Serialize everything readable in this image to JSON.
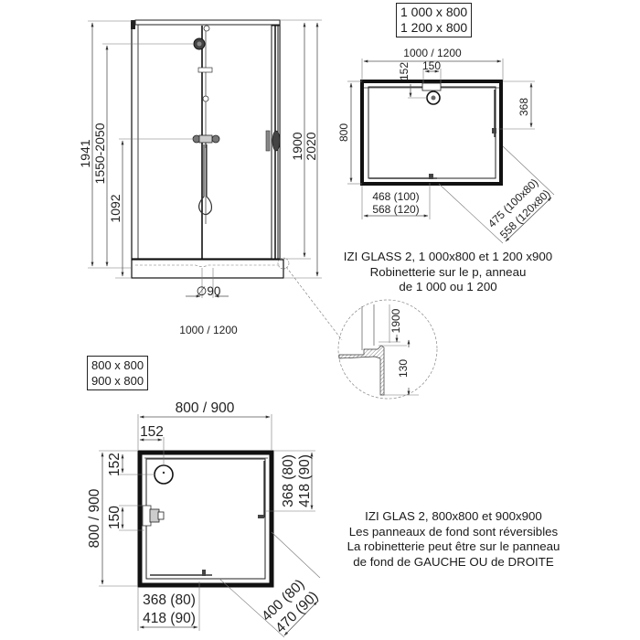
{
  "elevation": {
    "dimensions": {
      "total_height": "1941",
      "shower_head_height": "1550-2050",
      "mixer_height": "1092",
      "door_height": "1900",
      "overall_height": "2020",
      "drain_diameter": "∅90",
      "width": "1000 / 1200"
    }
  },
  "detail": {
    "dimensions": {
      "height": "1900",
      "tray_height": "130"
    }
  },
  "plan_rect": {
    "size_box": [
      "1 000 x 800",
      "1 200 x 800"
    ],
    "dimensions": {
      "width": "1000 / 1200",
      "depth": "800",
      "mixer_offset": "152",
      "mixer_spacing": "150",
      "door_offset_right": "368",
      "entry_width": [
        "468 (100)",
        "568 (120)"
      ],
      "diagonal": [
        "475 (100x80)",
        "558 (120x80)"
      ]
    },
    "caption": [
      "IZI GLASS 2, 1 000x800 et 1 200 x900",
      "Robinetterie sur le p, anneau",
      "de 1 000 ou 1 200"
    ]
  },
  "plan_square": {
    "size_box": [
      "800 x 800",
      "900 x 800"
    ],
    "dimensions": {
      "width": "800 / 900",
      "depth": "800 / 900",
      "drain_offset_x": "152",
      "drain_offset_y": "152",
      "mixer_spacing": "150",
      "door_offset_right": [
        "368 (80)",
        "418 (90)"
      ],
      "entry_width": [
        "368 (80)",
        "418 (90)"
      ],
      "diagonal": [
        "400 (80)",
        "470 (90)"
      ]
    },
    "caption": [
      "IZI GLAS 2, 800x800 et 900x900",
      "Les panneaux de fond sont réversibles",
      "La robinetterie peut être sur le panneau",
      "de fond de GAUCHE OU de DROITE"
    ]
  }
}
